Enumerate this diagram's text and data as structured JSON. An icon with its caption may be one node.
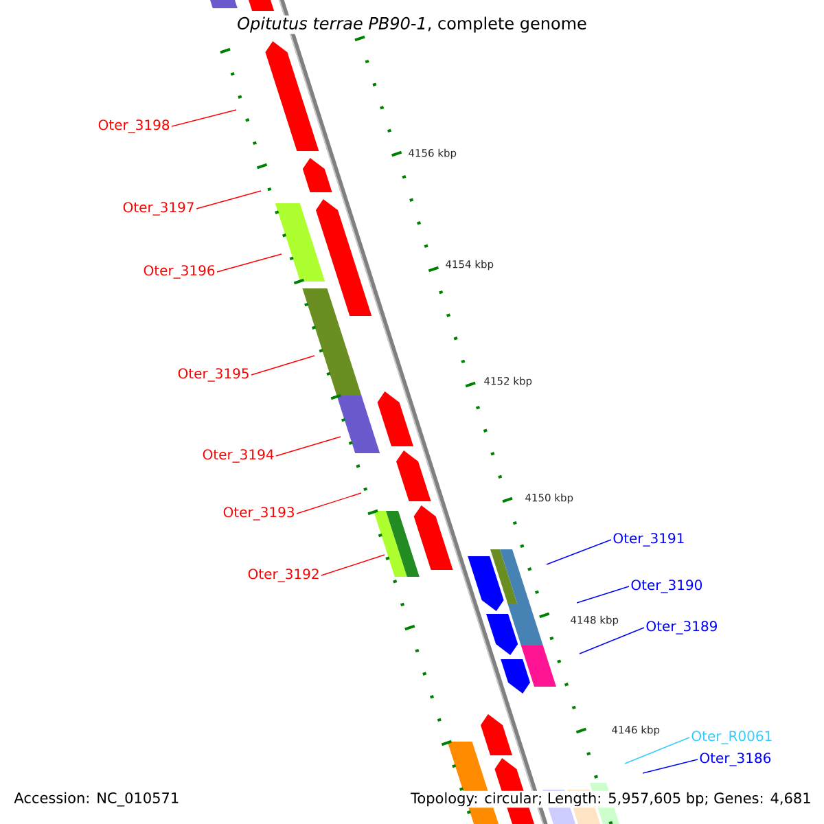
{
  "diagram": {
    "title": "*Opitutus terrae PB90-1*, complete genome",
    "nodes": [
      {
        "text": [
          "Oter_3198"
        ]
      },
      {
        "text": [
          "Oter_3197"
        ]
      },
      {
        "text": [
          "Oter_3196"
        ]
      },
      {
        "text": [
          "Oter_3195"
        ]
      },
      {
        "text": [
          "Oter_3194"
        ]
      },
      {
        "text": [
          "Oter_3193"
        ]
      },
      {
        "text": [
          "Oter_3192"
        ]
      },
      {
        "text": [
          "Oter_3191"
        ]
      },
      {
        "text": [
          "Oter_3190"
        ]
      },
      {
        "text": [
          "Oter_3189"
        ]
      },
      {
        "text": [
          "Oter_R0061"
        ]
      },
      {
        "text": [
          "Oter_3186"
        ]
      }
    ],
    "edges": [
      {
        "from": 0,
        "to": null,
        "arrow": "none"
      },
      {
        "from": 1,
        "to": null,
        "arrow": "none"
      },
      {
        "from": 2,
        "to": null,
        "arrow": "none"
      },
      {
        "from": 3,
        "to": null,
        "arrow": "none"
      },
      {
        "from": 4,
        "to": null,
        "arrow": "none"
      },
      {
        "from": 5,
        "to": null,
        "arrow": "none"
      },
      {
        "from": 6,
        "to": null,
        "arrow": "none"
      },
      {
        "from": 7,
        "to": null,
        "arrow": "none",
        "color": "#0000ff"
      },
      {
        "from": 8,
        "to": null,
        "arrow": "none",
        "color": "#0000ff"
      },
      {
        "from": 9,
        "to": null,
        "arrow": "none",
        "color": "#0000ff"
      },
      {
        "from": 10,
        "to": null,
        "arrow": "none",
        "color": "#33ccff"
      },
      {
        "from": 11,
        "to": null,
        "arrow": "none",
        "color": "#0000ff"
      }
    ],
    "labels": [
      "4156 kbp",
      "4154 kbp",
      "4152 kbp",
      "4150 kbp",
      "4148 kbp",
      "4146 kbp",
      "Accession: NC_010571",
      "Topology: circular; Length: 5,957,605 bp; Genes: 4,681"
    ]
  }
}
